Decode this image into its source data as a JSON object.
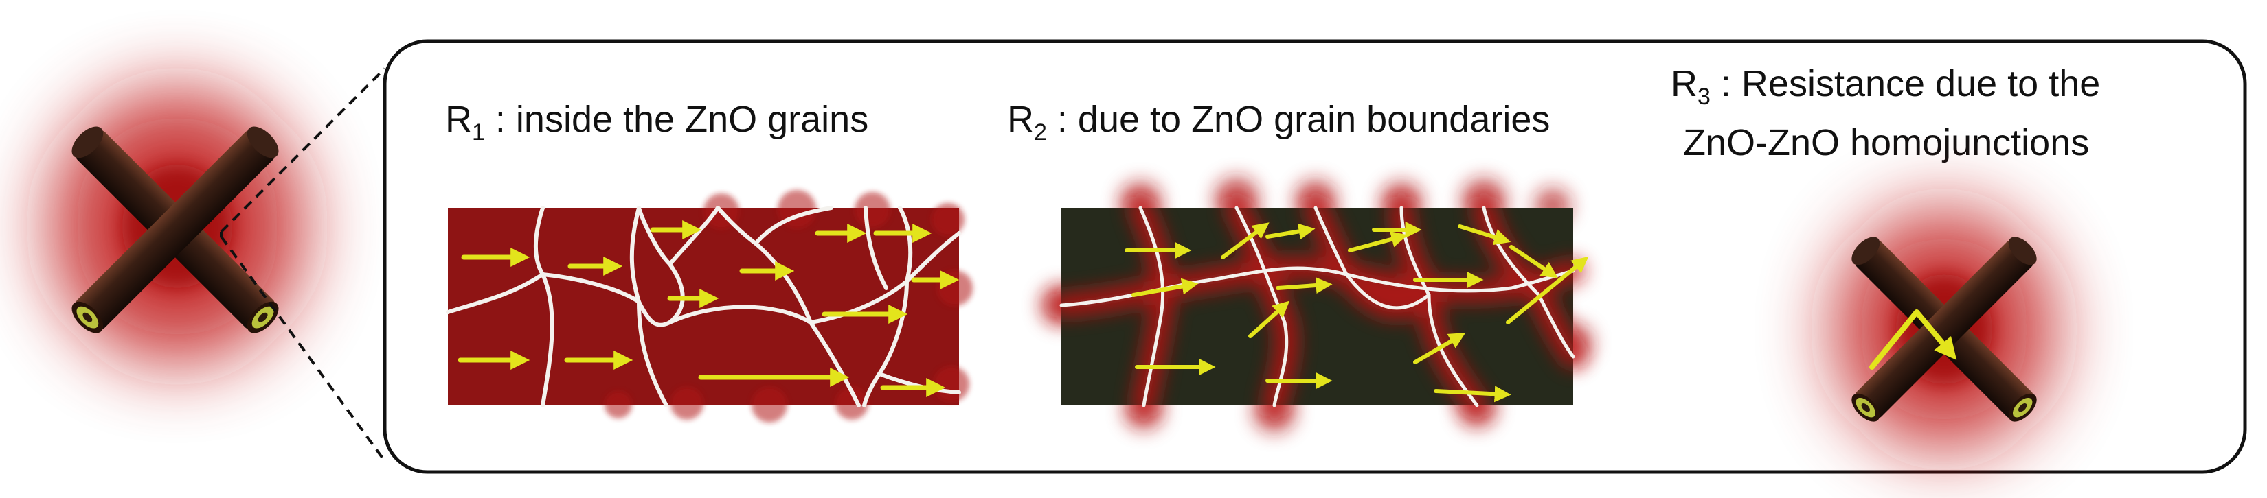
{
  "colors": {
    "background": "#ffffff",
    "panel_stroke": "#111111",
    "grain_red": "#8e1414",
    "glow_red": "#c01818",
    "dark_matrix": "#262a1c",
    "boundary": "#f4f2ee",
    "arrow": "#e3e41c",
    "rod_body": "#2a160f",
    "rod_end_inner": "#b9c23c"
  },
  "icons": {
    "crossed_rods": "crossed-nanorods-icon",
    "current_arrow": "current-arrow-icon",
    "zoom_lines": "dashed-zoom-lines"
  },
  "labels": {
    "r1": {
      "symbol": "R",
      "subscript": "1",
      "text": " : inside the ZnO grains"
    },
    "r2": {
      "symbol": "R",
      "subscript": "2",
      "text": " : due to ZnO grain boundaries"
    },
    "r3": {
      "symbol": "R",
      "subscript": "3",
      "line1": " : Resistance due to the",
      "line2": "ZnO-ZnO homojunctions"
    }
  }
}
